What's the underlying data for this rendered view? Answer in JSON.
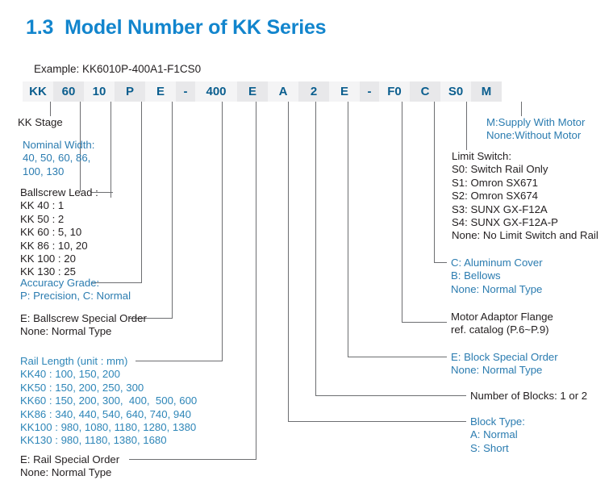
{
  "title": {
    "number": "1.3",
    "text": "Model Number of KK Series"
  },
  "example": {
    "label": "Example: KK6010P-400A1-F1CS0"
  },
  "banner": {
    "segments": [
      {
        "code": "KK",
        "shade": "alt"
      },
      {
        "code": "60",
        "shade": "base"
      },
      {
        "code": "10",
        "shade": "alt"
      },
      {
        "code": "P",
        "shade": "base"
      },
      {
        "code": "E",
        "shade": "alt"
      },
      {
        "code": "-",
        "shade": "base"
      },
      {
        "code": "400",
        "shade": "alt"
      },
      {
        "code": "E",
        "shade": "base"
      },
      {
        "code": "A",
        "shade": "alt"
      },
      {
        "code": "2",
        "shade": "base"
      },
      {
        "code": "E",
        "shade": "alt"
      },
      {
        "code": "-",
        "shade": "base"
      },
      {
        "code": "F0",
        "shade": "alt"
      },
      {
        "code": "C",
        "shade": "base"
      },
      {
        "code": "S0",
        "shade": "alt"
      },
      {
        "code": "M",
        "shade": "base"
      }
    ]
  },
  "callouts": {
    "kk_stage": {
      "lines": "KK Stage"
    },
    "nominal_width": {
      "lines": "Nominal Width:\n40, 50, 60, 86,\n100, 130"
    },
    "ballscrew_lead": {
      "lines": "Ballscrew Lead :\nKK 40 : 1\nKK 50 : 2\nKK 60 : 5, 10\nKK 86 : 10, 20\nKK 100 : 20\nKK 130 : 25"
    },
    "accuracy_grade": {
      "lines": "Accuracy Grade:\nP: Precision, C: Normal"
    },
    "ballscrew_special": {
      "lines": "E: Ballscrew Special Order\nNone: Normal Type"
    },
    "rail_length": {
      "lines": "Rail Length (unit : mm)\nKK40 : 100, 150, 200\nKK50 : 150, 200, 250, 300\nKK60 : 150, 200, 300,  400,  500, 600\nKK86 : 340, 440, 540, 640, 740, 940\nKK100 : 980, 1080, 1180, 1280, 1380\nKK130 : 980, 1180, 1380, 1680"
    },
    "rail_special": {
      "lines": "E: Rail Special Order\nNone: Normal Type"
    },
    "motor": {
      "lines": "M:Supply With Motor\nNone:Without Motor"
    },
    "limit_switch": {
      "lines": "Limit Switch:\nS0: Switch Rail Only\nS1: Omron SX671\nS2: Omron SX674\nS3: SUNX GX-F12A\nS4: SUNX GX-F12A-P\nNone: No Limit Switch and Rail"
    },
    "cover": {
      "lines": "C: Aluminum Cover\nB: Bellows\nNone: Normal Type"
    },
    "motor_flange": {
      "lines": "Motor Adaptor Flange\nref. catalog (P.6~P.9)"
    },
    "block_special": {
      "lines": "E: Block Special Order\nNone: Normal Type"
    },
    "number_of_blocks": {
      "lines": "Number of Blocks: 1 or 2"
    },
    "block_type": {
      "lines": "Block Type:\nA: Normal\nS: Short"
    }
  },
  "colors": {
    "title_blue": "#1285cd",
    "code_blue": "#0b5e8e",
    "label_blue": "#2b7cb0",
    "label_dark": "#231f20",
    "line_gray": "#6d6e71",
    "seg_base": "#e8e8ea",
    "seg_alt": "#f4f4f5"
  }
}
